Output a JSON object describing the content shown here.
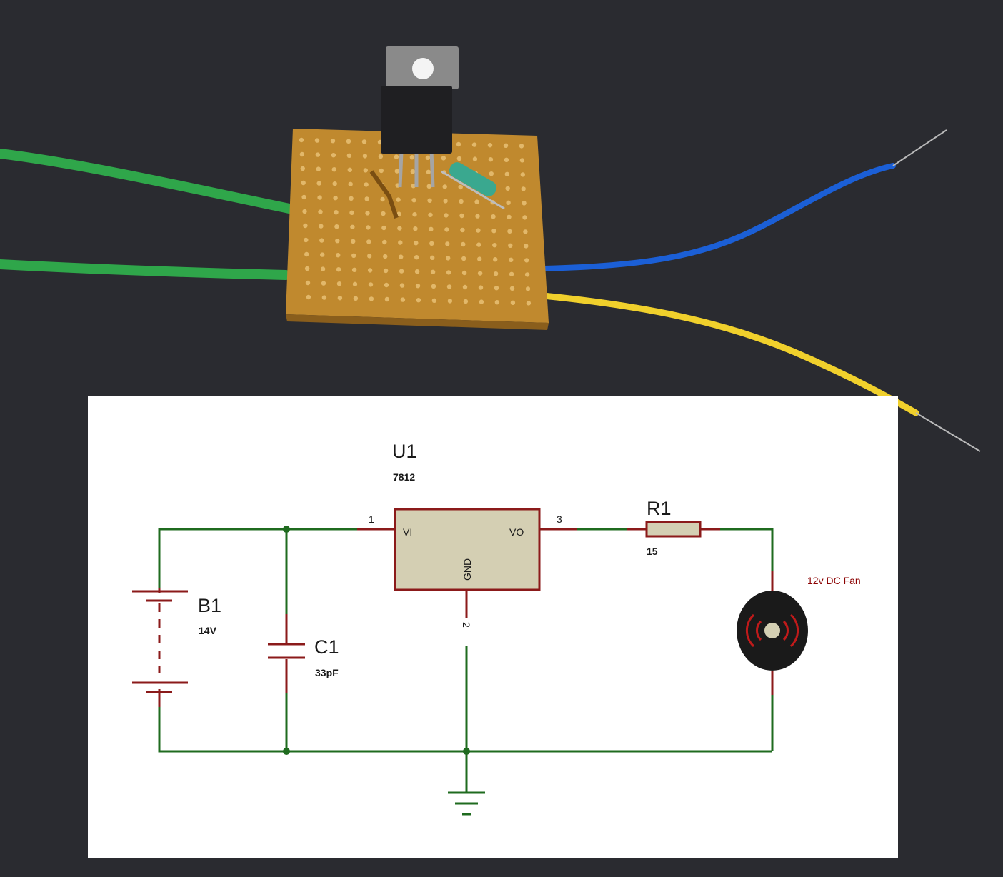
{
  "colors": {
    "background": "#2a2b30",
    "pcb": "#c0892e",
    "wire_green": "#2fa64a",
    "wire_blue": "#1b5fd6",
    "wire_yellow": "#f0d02c",
    "schematic_wire": "#1f6b1f",
    "component_outline": "#8b1a1a",
    "ic_fill": "#d4cfb3"
  },
  "icons": {
    "photo": "circuit-board-photo",
    "battery": "battery-icon",
    "capacitor": "capacitor-icon",
    "resistor": "resistor-icon",
    "fan": "fan-icon",
    "ground": "ground-icon"
  },
  "schematic": {
    "battery": {
      "ref": "B1",
      "value": "14V"
    },
    "capacitor": {
      "ref": "C1",
      "value": "33pF"
    },
    "regulator": {
      "ref": "U1",
      "value": "7812",
      "pin_in_label": "VI",
      "pin_out_label": "VO",
      "pin_gnd_label": "GND",
      "pin_in_number": "1",
      "pin_out_number": "3",
      "pin_gnd_number": "2"
    },
    "resistor": {
      "ref": "R1",
      "value": "15"
    },
    "load": {
      "label": "12v DC Fan"
    }
  }
}
